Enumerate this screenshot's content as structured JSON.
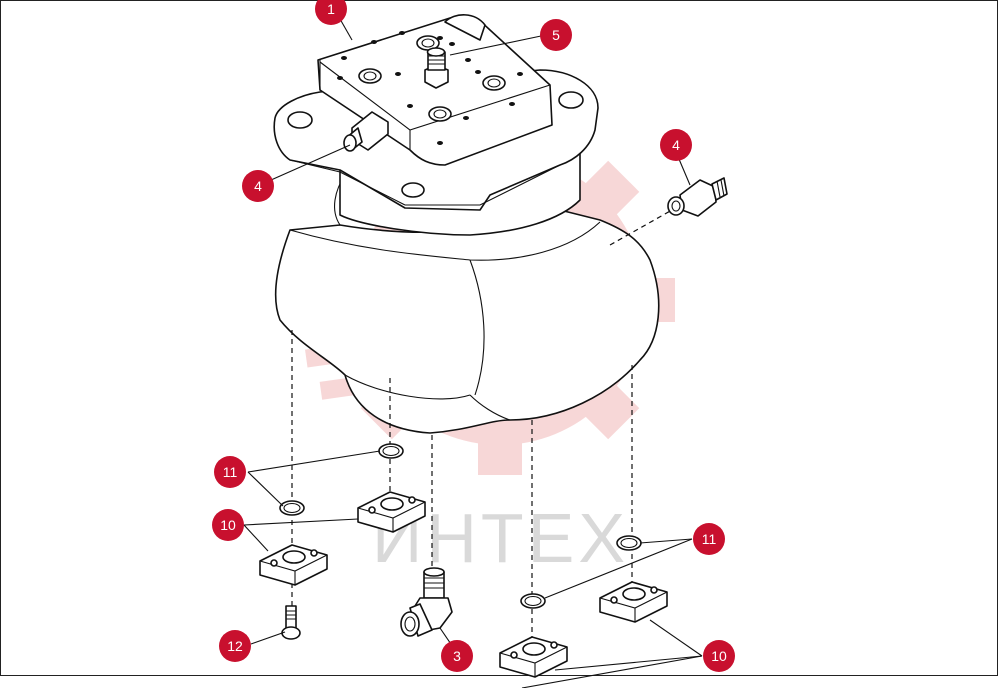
{
  "watermark": {
    "text": "ИНТЕХ",
    "color": "#d9d9d9",
    "logo_color": "#f2b8b8"
  },
  "callouts": [
    {
      "id": "c1",
      "label": "1"
    },
    {
      "id": "c5",
      "label": "5"
    },
    {
      "id": "c4a",
      "label": "4"
    },
    {
      "id": "c4b",
      "label": "4"
    },
    {
      "id": "c11a",
      "label": "11"
    },
    {
      "id": "c10a",
      "label": "10"
    },
    {
      "id": "c12",
      "label": "12"
    },
    {
      "id": "c3",
      "label": "3"
    },
    {
      "id": "c11b",
      "label": "11"
    },
    {
      "id": "c10b",
      "label": "10"
    }
  ],
  "colors": {
    "badge": "#c8102e",
    "line": "#111111"
  }
}
